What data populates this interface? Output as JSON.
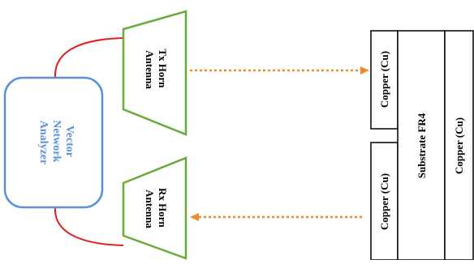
{
  "diagram": {
    "vna": {
      "lines": [
        "Vector",
        "Network",
        "Analyzer"
      ]
    },
    "tx_antenna": {
      "lines": [
        "Tx Horn",
        "Antenna"
      ]
    },
    "rx_antenna": {
      "lines": [
        "Rx Horn",
        "Antenna"
      ]
    },
    "sample": {
      "top_copper": "Copper (Cu)",
      "bottom_copper": "Copper (Cu)",
      "substrate": "Substrate FR4",
      "back_copper": "Copper (Cu)"
    }
  },
  "colors": {
    "vna_border": "#5b8fd6",
    "vna_text": "#5b8fd6",
    "antenna_border": "#6aaa3a",
    "cable": "#e02020",
    "wave_arrow": "#ef8a2a",
    "sample_border": "#000000",
    "label_text": "#000000"
  }
}
